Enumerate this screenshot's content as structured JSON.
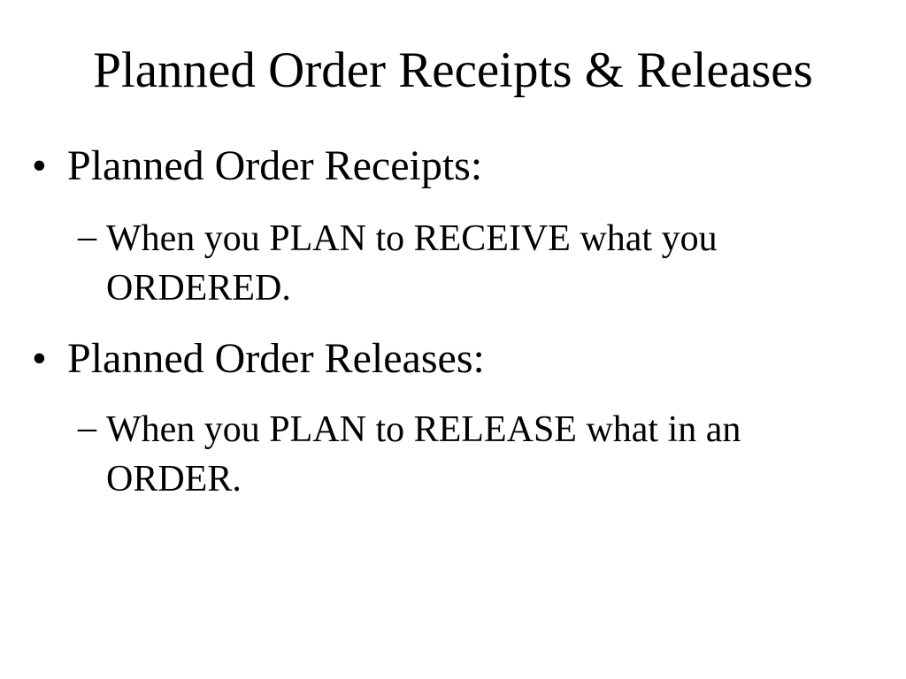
{
  "slide": {
    "title": "Planned Order Receipts & Releases",
    "bullet_glyph": "•",
    "dash_glyph": "–",
    "items": [
      {
        "label": "Planned Order Receipts:",
        "sub": "When you PLAN to RECEIVE what you ORDERED."
      },
      {
        "label": "Planned Order Releases:",
        "sub": "When you PLAN to RELEASE what in an ORDER."
      }
    ]
  }
}
